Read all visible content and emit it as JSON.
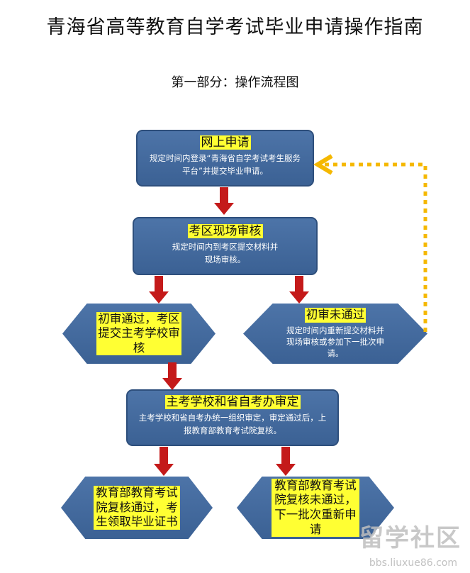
{
  "title": "青海省高等教育自学考试毕业申请操作指南",
  "subtitle": "第一部分：操作流程图",
  "nodes": {
    "apply": {
      "title": "网上申请",
      "desc": "规定时间内登录“青海省自学考试考生服务平台”并提交毕业申请。"
    },
    "district": {
      "title": "考区现场审核",
      "desc": "规定时间内到考区提交材料并现场审核。"
    },
    "pass": {
      "title": "初审通过，考区提交主考学校审核"
    },
    "fail": {
      "title": "初审未通过",
      "desc": "规定时间内重新提交材料并现场审核或参加下一批次申请。"
    },
    "review": {
      "title": "主考学校和省自考办审定",
      "desc": "主考学校和省自考办统一组织审定，审定通过后，上报教育部教育考试院复核。"
    },
    "final_pass": {
      "title": "教育部教育考试院复核通过，考生领取毕业证书"
    },
    "final_fail": {
      "title": "教育部教育考试院复核未通过，下一批次重新申请"
    }
  },
  "watermark": {
    "text": "留学社区",
    "url": "bbs.liuxue86.com"
  },
  "colors": {
    "node_fill": "#4268a0",
    "highlight": "#ffff33",
    "arrow": "#c41a1a",
    "loop_arrow": "#f5b800"
  }
}
